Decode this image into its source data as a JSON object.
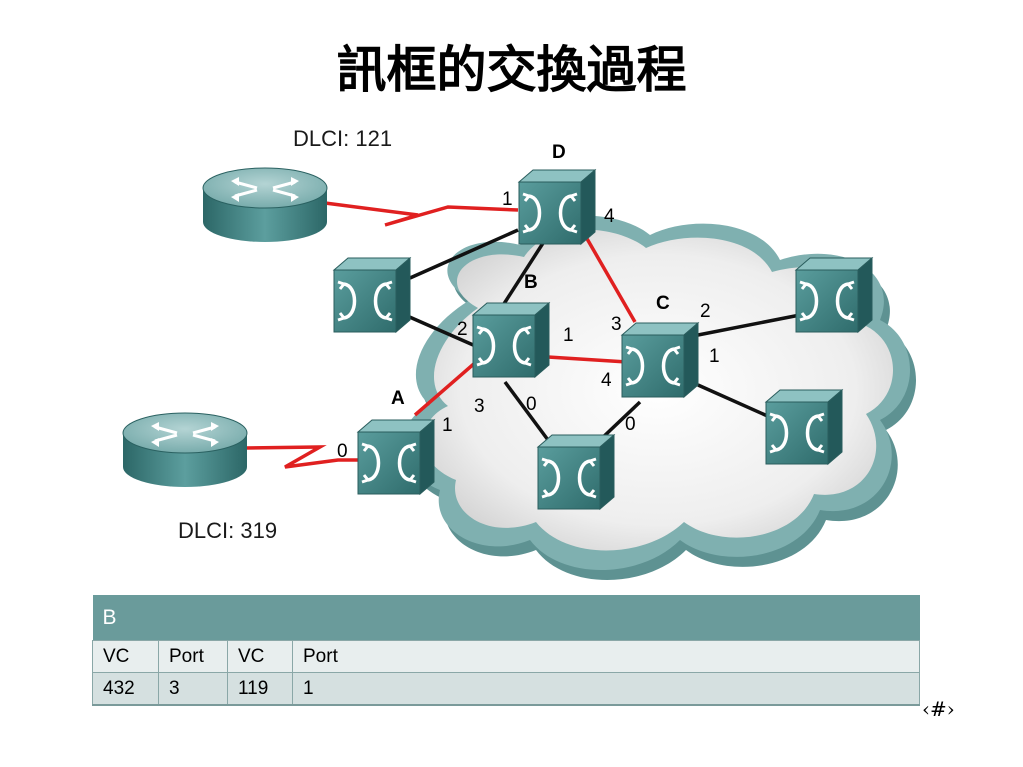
{
  "title": "訊框的交換過程",
  "diagram": {
    "dlci_top": "DLCI: 121",
    "dlci_bottom": "DLCI: 319",
    "switch_labels": {
      "d": "D",
      "b": "B",
      "c": "C",
      "a": "A"
    },
    "ports": {
      "d_1": "1",
      "d_4": "4",
      "b_2": "2",
      "b_1": "1",
      "b_3": "3",
      "b_0": "0",
      "c_3": "3",
      "c_2": "2",
      "c_1": "1",
      "c_4": "4",
      "c_0": "0",
      "a_0": "0",
      "a_1": "1"
    },
    "colors": {
      "active_path": "#e02020",
      "link": "#111111",
      "cloud": "#6a9b9b",
      "switch": "#3f8585"
    }
  },
  "table": {
    "switch_name": "B",
    "headers": [
      "VC",
      "Port",
      "VC",
      "Port"
    ],
    "rows": [
      [
        "432",
        "3",
        "119",
        "1"
      ]
    ]
  },
  "page_number": "‹#›"
}
